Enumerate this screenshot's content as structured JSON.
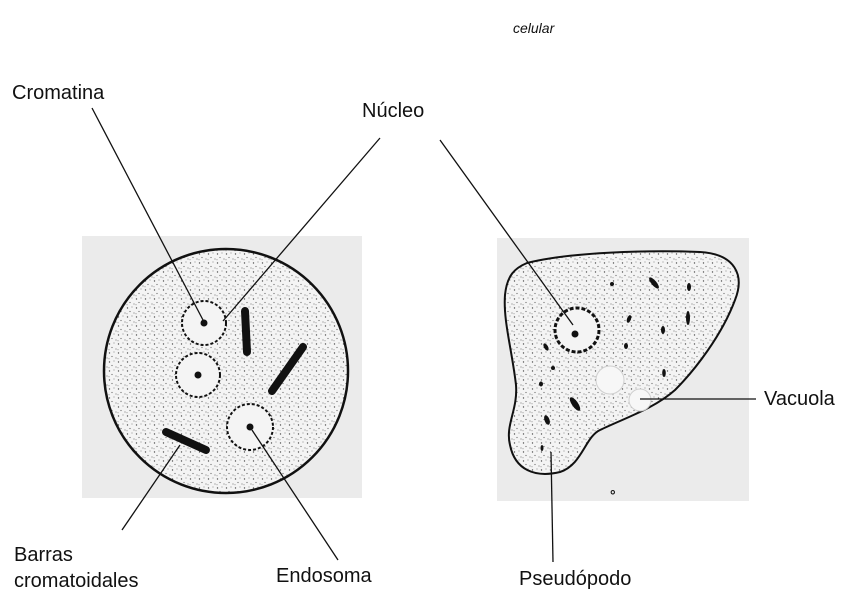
{
  "header": {
    "text": "celular"
  },
  "labels": {
    "cromatina": "Cromatina",
    "nucleo": "Núcleo",
    "vacuola": "Vacuola",
    "barras_1": "Barras",
    "barras_2": "cromatoidales",
    "endosoma": "Endosoma",
    "pseudopodo": "Pseudópodo"
  },
  "colors": {
    "background_panel": "#ebebeb",
    "ink": "#111111",
    "cell_fill": "#f3f3f3"
  }
}
